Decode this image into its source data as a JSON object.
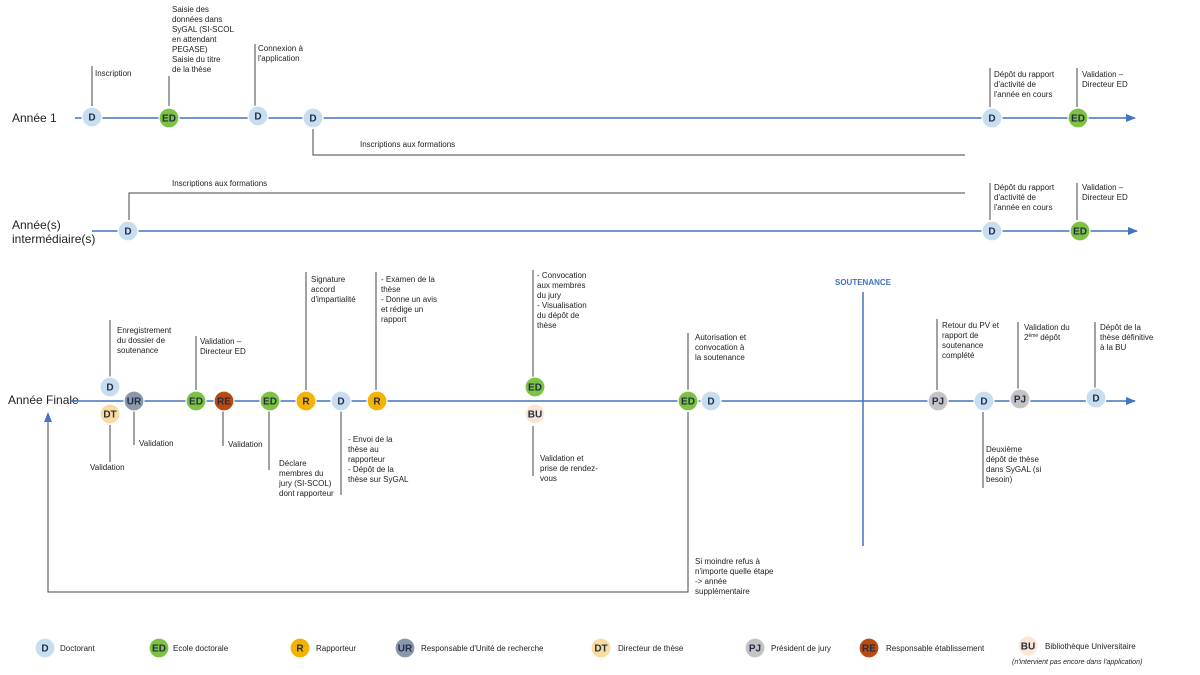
{
  "colors": {
    "D": "#c9ddf0",
    "ED": "#7dc242",
    "R": "#f5b301",
    "UR": "#8b98ab",
    "DT": "#fbdba0",
    "PJ": "#c4c4c4",
    "RE": "#b84a12",
    "BU": "#fde5d6",
    "timeline": "#4472c4",
    "connector": "#444444"
  },
  "rows": [
    {
      "id": "row1",
      "lines": [
        "Année 1"
      ]
    },
    {
      "id": "row2",
      "lines": [
        "Année(s)",
        "intermédiaire(s)"
      ]
    },
    {
      "id": "row3",
      "lines": [
        "Année Finale"
      ]
    }
  ],
  "node_labels": {
    "D": "D",
    "ED": "ED",
    "R": "R",
    "UR": "UR",
    "DT": "DT",
    "PJ": "PJ",
    "RE": "RE",
    "BU": "BU"
  },
  "annotations": {
    "r1_inscription": [
      "Inscription"
    ],
    "r1_saisie": [
      "Saisie des",
      "données dans",
      "SyGAL (SI-SCOL",
      "en attendant",
      "PEGASE)",
      "Saisie du titre",
      "de la thèse"
    ],
    "r1_connexion": [
      "Connexion à",
      "l'application"
    ],
    "r1_formations": [
      "Inscriptions aux formations"
    ],
    "r1_depot": [
      "Dépôt du rapport",
      "d'activité de",
      "l'année en cours"
    ],
    "r1_validation": [
      "Validation –",
      "Directeur ED"
    ],
    "r2_formations": [
      "Inscriptions aux formations"
    ],
    "r2_depot": [
      "Dépôt du rapport",
      "d'activité de",
      "l'année en cours"
    ],
    "r2_validation": [
      "Validation –",
      "Directeur ED"
    ],
    "r3_enregistrement": [
      "Enregistrement",
      "du dossier de",
      "soutenance"
    ],
    "r3_validation_dt": [
      "Validation"
    ],
    "r3_validation_ur": [
      "Validation"
    ],
    "r3_validation_ed": [
      "Validation –",
      "Directeur ED"
    ],
    "r3_validation_re": [
      "Validation"
    ],
    "r3_declare": [
      "Déclare",
      "membres du",
      "jury (SI-SCOL)",
      "dont rapporteur"
    ],
    "r3_signature": [
      "Signature",
      "accord",
      "d'impartialité"
    ],
    "r3_envoi": [
      "- Envoi de la",
      "thèse au",
      "rapporteur",
      "- Dépôt de la",
      "thèse sur SyGAL"
    ],
    "r3_examen": [
      "- Examen de la",
      "thèse",
      "- Donne un avis",
      "et rédige un",
      "rapport"
    ],
    "r3_convocation": [
      "- Convocation",
      "aux membres",
      "du  jury",
      "- Visualisation",
      "du dépôt de",
      "thèse"
    ],
    "r3_validation_bu": [
      "Validation et",
      "prise de rendez-",
      "vous"
    ],
    "r3_autorisation": [
      "Autorisation et",
      "convocation à",
      "la soutenance"
    ],
    "r3_refus": [
      "Si moindre refus à",
      "n'importe quelle étape",
      "-> année",
      "supplémentaire"
    ],
    "r3_retour": [
      "Retour du PV et",
      "rapport de",
      "soutenance",
      "complété"
    ],
    "r3_deuxieme": [
      "Deuxième",
      "dépôt de thèse",
      "dans SyGAL (si",
      "besoin)"
    ],
    "r3_validation_pj_main": "Validation du",
    "r3_validation_pj_line2": "dépôt",
    "r3_validation_pj_num": "2",
    "r3_validation_pj_sup": "ème",
    "r3_depot_final": [
      "Dépôt de la",
      "thèse définitive",
      "à la BU"
    ]
  },
  "soutenance_label": "SOUTENANCE",
  "legend": [
    {
      "code": "D",
      "label": "Doctorant"
    },
    {
      "code": "ED",
      "label": "Ecole doctorale"
    },
    {
      "code": "R",
      "label": "Rapporteur"
    },
    {
      "code": "UR",
      "label": "Responsable d'Unité de recherche"
    },
    {
      "code": "DT",
      "label": "Directeur de thèse"
    },
    {
      "code": "PJ",
      "label": "Président de jury"
    },
    {
      "code": "RE",
      "label": "Responsable établissement"
    },
    {
      "code": "BU",
      "label": "Bibliothèque Universitaire"
    }
  ],
  "legend_note": "(n'intervient pas encore dans l'application)"
}
